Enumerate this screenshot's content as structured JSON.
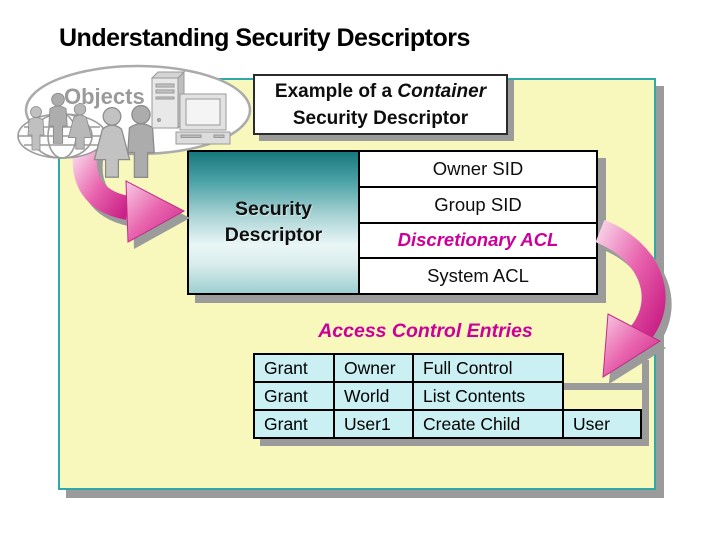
{
  "title": "Understanding Security Descriptors",
  "objects": {
    "label": "Objects"
  },
  "example_box": {
    "line1_text": "Example of a",
    "line1_italic": "Container",
    "line2_text": "Security Descriptor"
  },
  "sd_table": {
    "header_line1": "Security",
    "header_line2": "Descriptor",
    "rows": [
      {
        "label": "Owner SID",
        "emphasis": false
      },
      {
        "label": "Group SID",
        "emphasis": false
      },
      {
        "label": "Discretionary ACL",
        "emphasis": true
      },
      {
        "label": "System ACL",
        "emphasis": false
      }
    ]
  },
  "ace": {
    "heading": "Access Control Entries",
    "rows": [
      {
        "cells": [
          "Grant",
          "Owner",
          "Full Control"
        ]
      },
      {
        "cells": [
          "Grant",
          "World",
          "List Contents"
        ]
      },
      {
        "cells": [
          "Grant",
          "User1",
          "Create Child",
          "User"
        ]
      }
    ]
  },
  "colors": {
    "panel_fill": "#F8F8BD",
    "panel_border": "#2EA8A8",
    "shadow_gray": "#9B9B9B",
    "teal_header_dark": "#16787C",
    "teal_header_light": "#EAF6F6",
    "magenta_text": "#CC0099",
    "arrow_pink_light": "#F7CCE4",
    "arrow_magenta": "#CB2287",
    "ace_cell_fill": "#CAF0F3",
    "clipart_gray": "#B2B2B2"
  }
}
